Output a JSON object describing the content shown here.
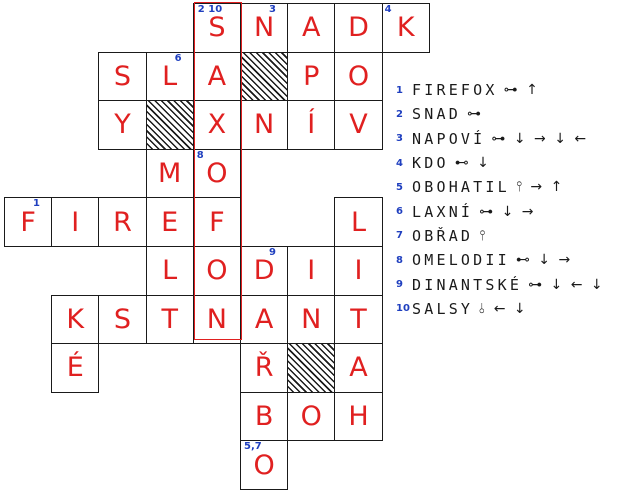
{
  "clues": [
    {
      "num": "1",
      "word": "FIREFOX",
      "dirs": "⊶ ↑"
    },
    {
      "num": "2",
      "word": "SNAD",
      "dirs": "⊶"
    },
    {
      "num": "3",
      "word": "NAPOVÍ",
      "dirs": "⊶ ↓ → ↓ ←"
    },
    {
      "num": "4",
      "word": "KDO",
      "dirs": "⊷ ↓"
    },
    {
      "num": "5",
      "word": "OBOHATIL",
      "dirs": "⫯ → ↑"
    },
    {
      "num": "6",
      "word": "LAXNÍ",
      "dirs": "⊶ ↓ →"
    },
    {
      "num": "7",
      "word": "OBŘAD",
      "dirs": "⫯"
    },
    {
      "num": "8",
      "word": "OMELODII",
      "dirs": "⊷ ↓ →"
    },
    {
      "num": "9",
      "word": "DINANTSKÉ",
      "dirs": "⊶ ↓ ← ↓"
    },
    {
      "num": "10",
      "word": "SALSY",
      "dirs": "⫰ ← ↓"
    }
  ],
  "cells": [
    {
      "col": 4,
      "row": 0,
      "letter": "S",
      "number": "2 10"
    },
    {
      "col": 5,
      "row": 0,
      "letter": "N",
      "number": "3"
    },
    {
      "col": 6,
      "row": 0,
      "letter": "A",
      "number": ""
    },
    {
      "col": 7,
      "row": 0,
      "letter": "D",
      "number": ""
    },
    {
      "col": 8,
      "row": 0,
      "letter": "K",
      "number": "4"
    },
    {
      "col": 2,
      "row": 1,
      "letter": "S",
      "number": ""
    },
    {
      "col": 3,
      "row": 1,
      "letter": "L",
      "number": "6"
    },
    {
      "col": 4,
      "row": 1,
      "letter": "A",
      "number": ""
    },
    {
      "col": 5,
      "row": 1,
      "letter": "",
      "number": "",
      "shaded": true
    },
    {
      "col": 6,
      "row": 1,
      "letter": "P",
      "number": ""
    },
    {
      "col": 7,
      "row": 1,
      "letter": "O",
      "number": ""
    },
    {
      "col": 2,
      "row": 2,
      "letter": "Y",
      "number": ""
    },
    {
      "col": 3,
      "row": 2,
      "letter": "",
      "number": "",
      "shaded": true
    },
    {
      "col": 4,
      "row": 2,
      "letter": "X",
      "number": ""
    },
    {
      "col": 5,
      "row": 2,
      "letter": "N",
      "number": ""
    },
    {
      "col": 6,
      "row": 2,
      "letter": "Í",
      "number": ""
    },
    {
      "col": 7,
      "row": 2,
      "letter": "V",
      "number": ""
    },
    {
      "col": 3,
      "row": 3,
      "letter": "M",
      "number": ""
    },
    {
      "col": 4,
      "row": 3,
      "letter": "O",
      "number": "8"
    },
    {
      "col": 0,
      "row": 4,
      "letter": "F",
      "number": "1"
    },
    {
      "col": 1,
      "row": 4,
      "letter": "I",
      "number": ""
    },
    {
      "col": 2,
      "row": 4,
      "letter": "R",
      "number": ""
    },
    {
      "col": 3,
      "row": 4,
      "letter": "E",
      "number": ""
    },
    {
      "col": 4,
      "row": 4,
      "letter": "F",
      "number": ""
    },
    {
      "col": 7,
      "row": 4,
      "letter": "L",
      "number": ""
    },
    {
      "col": 3,
      "row": 5,
      "letter": "L",
      "number": ""
    },
    {
      "col": 4,
      "row": 5,
      "letter": "O",
      "number": ""
    },
    {
      "col": 5,
      "row": 5,
      "letter": "D",
      "number": "9"
    },
    {
      "col": 6,
      "row": 5,
      "letter": "I",
      "number": ""
    },
    {
      "col": 7,
      "row": 5,
      "letter": "I",
      "number": ""
    },
    {
      "col": 1,
      "row": 6,
      "letter": "K",
      "number": ""
    },
    {
      "col": 2,
      "row": 6,
      "letter": "S",
      "number": ""
    },
    {
      "col": 3,
      "row": 6,
      "letter": "T",
      "number": ""
    },
    {
      "col": 4,
      "row": 6,
      "letter": "N",
      "number": ""
    },
    {
      "col": 5,
      "row": 6,
      "letter": "A",
      "number": ""
    },
    {
      "col": 6,
      "row": 6,
      "letter": "N",
      "number": ""
    },
    {
      "col": 7,
      "row": 6,
      "letter": "T",
      "number": ""
    },
    {
      "col": 1,
      "row": 7,
      "letter": "É",
      "number": ""
    },
    {
      "col": 5,
      "row": 7,
      "letter": "Ř",
      "number": ""
    },
    {
      "col": 6,
      "row": 7,
      "letter": "",
      "number": "",
      "shaded": true
    },
    {
      "col": 7,
      "row": 7,
      "letter": "A",
      "number": ""
    },
    {
      "col": 5,
      "row": 8,
      "letter": "B",
      "number": ""
    },
    {
      "col": 6,
      "row": 8,
      "letter": "O",
      "number": ""
    },
    {
      "col": 7,
      "row": 8,
      "letter": "H",
      "number": ""
    },
    {
      "col": 5,
      "row": 9,
      "letter": "O",
      "number": "5,7"
    }
  ]
}
